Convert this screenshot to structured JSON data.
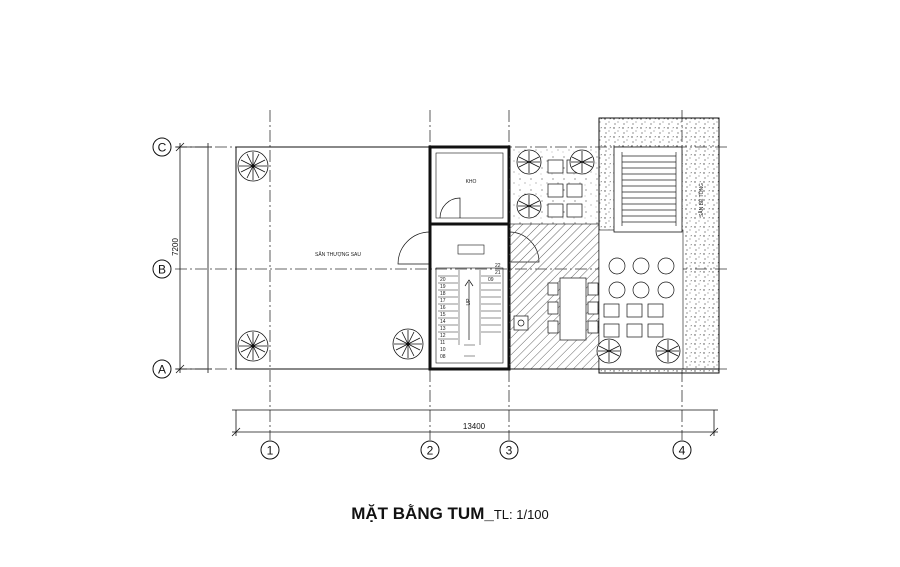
{
  "title": {
    "main": "MẶT BẰNG TUM_",
    "scale": "TL: 1/100"
  },
  "grid": {
    "rows": [
      "C",
      "B",
      "A"
    ],
    "cols": [
      "1",
      "2",
      "3",
      "4"
    ]
  },
  "dimensions": {
    "overall_width": "13400",
    "overall_depth": "7200"
  },
  "rooms": {
    "terrace": "SÂN THƯỢNG SAU",
    "storage": "KHO",
    "stair_up": "UP",
    "stair_numbers": [
      "22",
      "21",
      "20",
      "19",
      "18",
      "17",
      "16",
      "15",
      "14",
      "13",
      "12",
      "11",
      "10",
      "09",
      "08"
    ],
    "roof_note": "SÂN BÊ TÔNG"
  },
  "colors": {
    "line": "#111111",
    "hatch": "#555555"
  }
}
